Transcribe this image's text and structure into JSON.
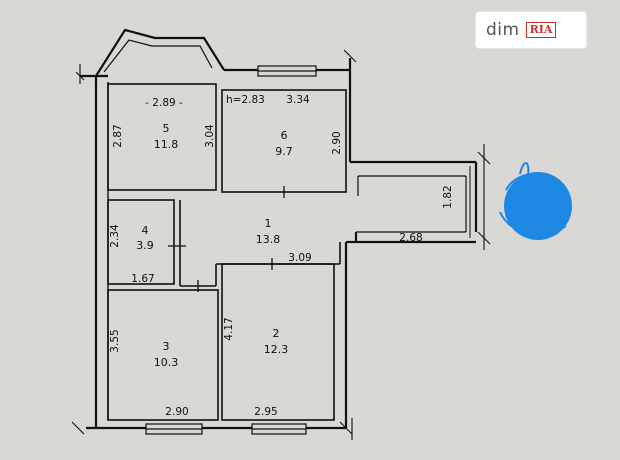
{
  "watermark": {
    "brand": "dim",
    "badge": "RIA"
  },
  "rooms": [
    {
      "number": "5",
      "area": "11.8"
    },
    {
      "number": "6",
      "area": "9.7"
    },
    {
      "number": "4",
      "area": "3.9"
    },
    {
      "number": "1",
      "area": "13.8"
    },
    {
      "number": "3",
      "area": "10.3"
    },
    {
      "number": "2",
      "area": "12.3"
    }
  ],
  "dimensions": {
    "room5_width": "2.89",
    "room5_height": "2.87",
    "room5_right": "3.04",
    "ceiling_height": "h=2.83",
    "room6_width": "3.34",
    "room6_height": "2.90",
    "balcony_depth": "1.82",
    "corridor_width": "2.68",
    "room4_height": "2.34",
    "room4_width": "1.67",
    "room2_top": "3.09",
    "room3_height": "3.55",
    "room2_left": "4.17",
    "room3_width": "2.90",
    "room2_width": "2.95"
  },
  "colors": {
    "wall": "#111111",
    "scribble": "#1e88e5",
    "background": "#d9d8d5"
  }
}
